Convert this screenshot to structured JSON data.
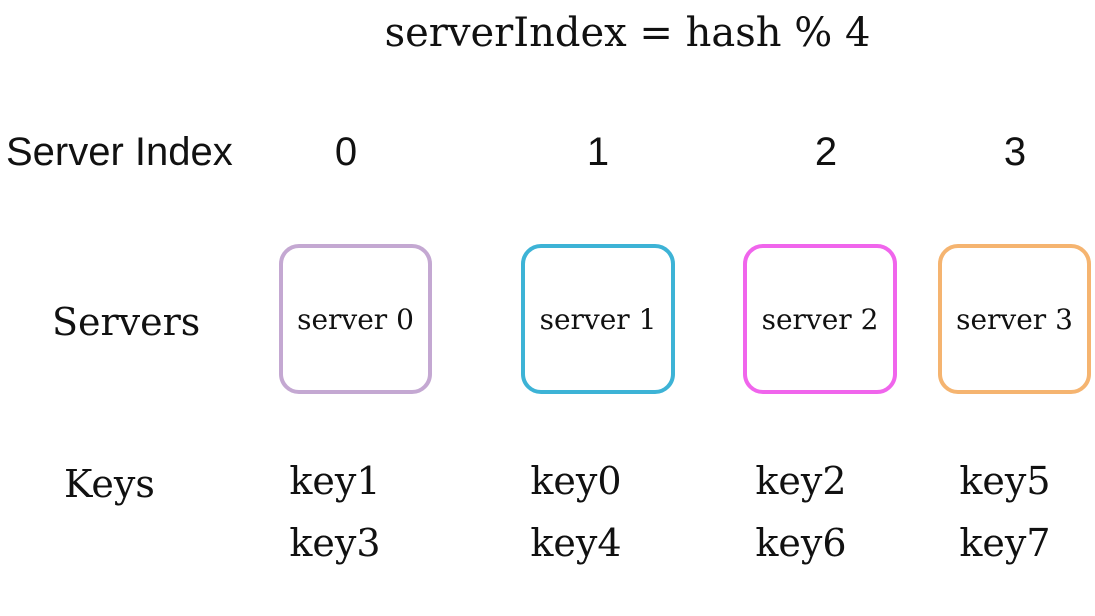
{
  "formula": "serverIndex = hash % 4",
  "labels": {
    "server_index": "Server Index",
    "servers": "Servers",
    "keys": "Keys"
  },
  "columns": [
    {
      "index": "0",
      "server": "server 0",
      "keys": [
        "key1",
        "key3"
      ],
      "color": "#c4a8d2"
    },
    {
      "index": "1",
      "server": "server 1",
      "keys": [
        "key0",
        "key4"
      ],
      "color": "#3db3d6"
    },
    {
      "index": "2",
      "server": "server 2",
      "keys": [
        "key2",
        "key6"
      ],
      "color": "#f065ec"
    },
    {
      "index": "3",
      "server": "server 3",
      "keys": [
        "key5",
        "key7"
      ],
      "color": "#f5b470"
    }
  ]
}
